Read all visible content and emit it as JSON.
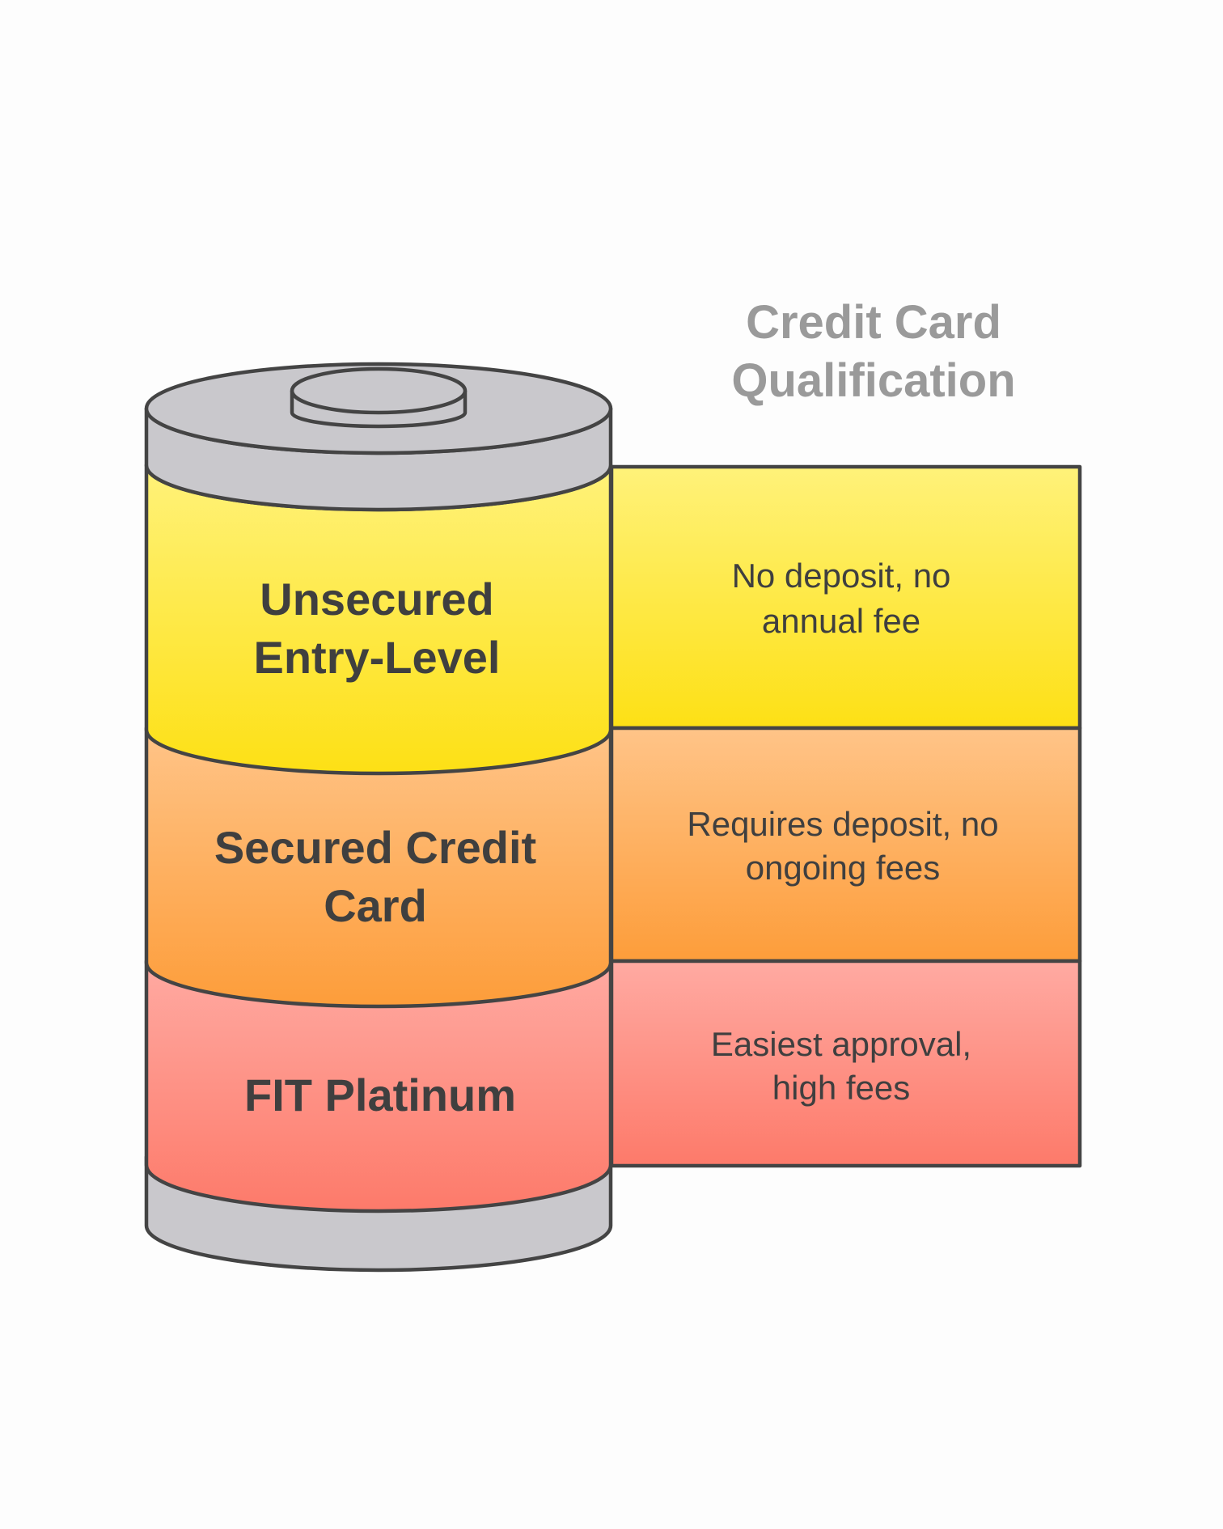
{
  "title": {
    "line1": "Credit Card",
    "line2": "Qualification"
  },
  "levels": [
    {
      "name_line1": "Unsecured",
      "name_line2": "Entry-Level",
      "desc_line1": "No deposit, no",
      "desc_line2": "annual fee",
      "color_top": "#fff27a",
      "color_bottom": "#fde015"
    },
    {
      "name_line1": "Secured Credit",
      "name_line2": "Card",
      "desc_line1": "Requires deposit, no",
      "desc_line2": "ongoing fees",
      "color_top": "#ffc488",
      "color_bottom": "#fd9d3a"
    },
    {
      "name_line1": "FIT Platinum",
      "desc_line1": "Easiest approval,",
      "desc_line2": "high fees",
      "color_top": "#ffaaa2",
      "color_bottom": "#fd7a6a"
    }
  ],
  "colors": {
    "battery_gray": "#c9c8cc",
    "outline": "#444444",
    "title_gray": "#9a9a9a"
  }
}
